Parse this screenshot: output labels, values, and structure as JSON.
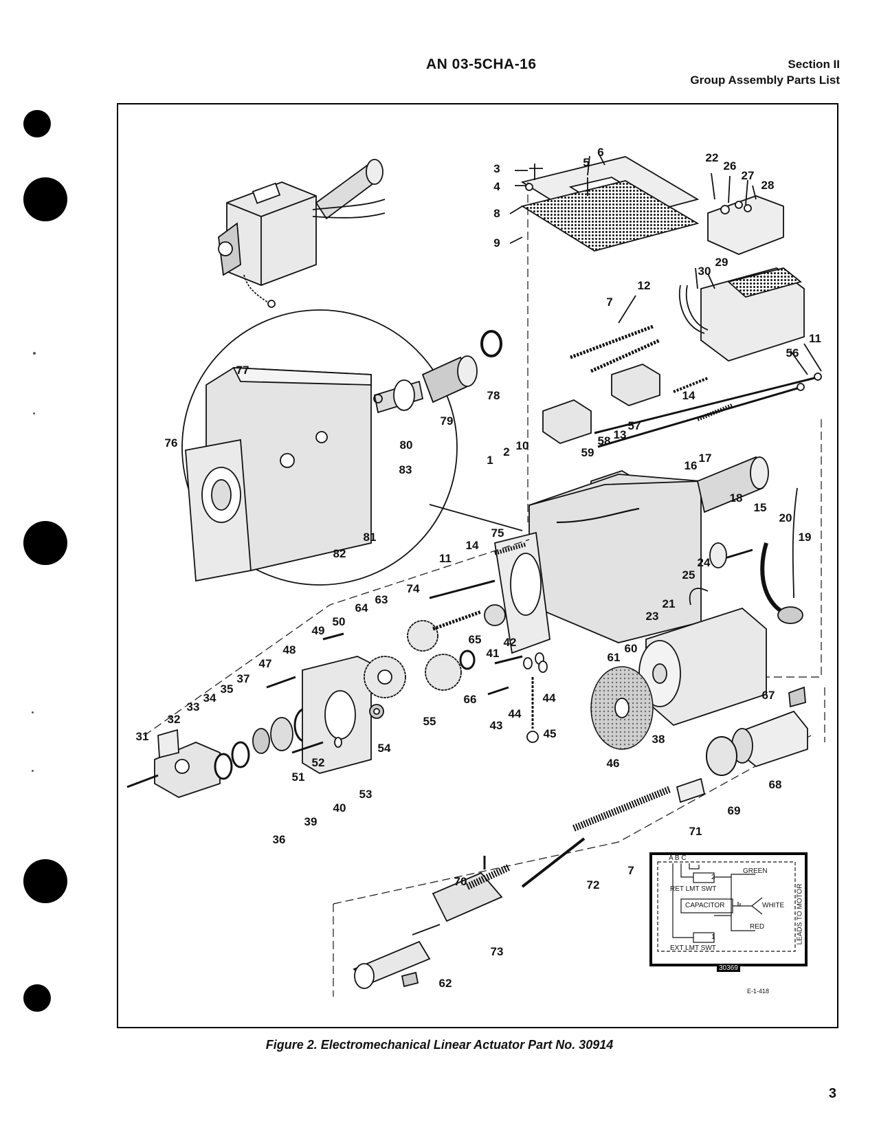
{
  "header": {
    "doc_number": "AN 03-5CHA-16",
    "section": "Section II",
    "section_title": "Group Assembly Parts List"
  },
  "caption": "Figure 2.  Electromechanical Linear Actuator Part No. 30914",
  "page_number": "3",
  "drawing_code": "E-1-418",
  "wiring_code": "30369",
  "wiring": {
    "terminals": "A B C",
    "ret_switch": "RET LMT SWT",
    "capacitor": "CAPACITOR",
    "ext_switch": "EXT LMT SWT",
    "green": "GREEN",
    "white": "WHITE",
    "red": "RED",
    "leads": "LEADS TO MOTOR",
    "sw2": "2",
    "sw1": "1"
  },
  "callouts": {
    "c1": "1",
    "c2": "2",
    "c3": "3",
    "c4": "4",
    "c5": "5",
    "c6": "6",
    "c7a": "7",
    "c7b": "7",
    "c8": "8",
    "c9": "9",
    "c10": "10",
    "c11a": "11",
    "c11b": "11",
    "c12": "12",
    "c13": "13",
    "c14a": "14",
    "c14b": "14",
    "c15": "15",
    "c16": "16",
    "c17": "17",
    "c18": "18",
    "c19": "19",
    "c20": "20",
    "c21": "21",
    "c22": "22",
    "c23": "23",
    "c24": "24",
    "c25": "25",
    "c26": "26",
    "c27": "27",
    "c28": "28",
    "c29": "29",
    "c30": "30",
    "c31": "31",
    "c32": "32",
    "c33": "33",
    "c34": "34",
    "c35": "35",
    "c36": "36",
    "c37": "37",
    "c38": "38",
    "c39": "39",
    "c40": "40",
    "c41": "41",
    "c42": "42",
    "c43": "43",
    "c44a": "44",
    "c44b": "44",
    "c45": "45",
    "c46": "46",
    "c47": "47",
    "c48": "48",
    "c49": "49",
    "c50": "50",
    "c51": "51",
    "c52": "52",
    "c53": "53",
    "c54": "54",
    "c55": "55",
    "c56": "56",
    "c57": "57",
    "c58": "58",
    "c59": "59",
    "c60": "60",
    "c61": "61",
    "c62": "62",
    "c63": "63",
    "c64": "64",
    "c65": "65",
    "c66": "66",
    "c67": "67",
    "c68": "68",
    "c69": "69",
    "c70": "70",
    "c71": "71",
    "c72": "72",
    "c73": "73",
    "c74": "74",
    "c75": "75",
    "c76": "76",
    "c77": "77",
    "c78": "78",
    "c79": "79",
    "c80": "80",
    "c81": "81",
    "c82": "82",
    "c83": "83"
  }
}
